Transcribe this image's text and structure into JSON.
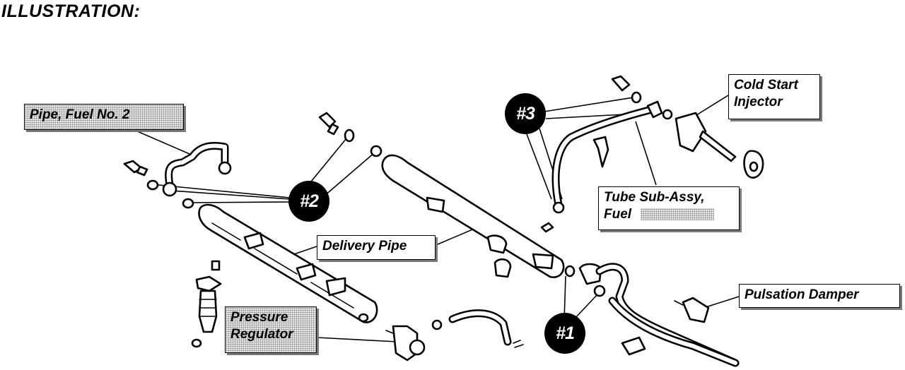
{
  "heading": "ILLUSTRATION:",
  "callouts": {
    "pipe_fuel_no2": "Pipe, Fuel No. 2",
    "delivery_pipe": "Delivery Pipe",
    "cold_start_injector": [
      "Cold Start",
      "Injector"
    ],
    "tube_sub_assy_fuel": [
      "Tube Sub-Assy,",
      "Fuel"
    ],
    "pulsation_damper": "Pulsation Damper",
    "pressure_regulator": [
      "Pressure",
      "Regulator"
    ]
  },
  "badges": {
    "one": "#1",
    "two": "#2",
    "three": "#3"
  },
  "colors": {
    "ink": "#000000",
    "paper": "#ffffff",
    "badge_fill": "#000000",
    "badge_text": "#ffffff",
    "label_shadow": "#7a7a7a"
  }
}
